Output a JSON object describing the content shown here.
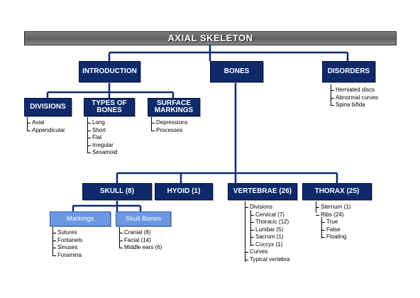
{
  "title": "AXIAL SKELETON",
  "top_nodes": {
    "introduction": "INTRODUCTION",
    "bones": "BONES",
    "disorders": "DISORDERS"
  },
  "intro_nodes": {
    "divisions": "DIVISIONS",
    "types_of_bones": "TYPES OF BONES",
    "surface_markings": "SURFACE MARKINGS"
  },
  "bone_nodes": {
    "skull": "SKULL (8)",
    "hyoid": "HYOID (1)",
    "vertebrae": "VERTEBRAE (26)",
    "thorax": "THORAX (25)"
  },
  "skull_nodes": {
    "markings": "Markings",
    "skull_bones": "Skull Bones"
  },
  "lists": {
    "disorders": [
      "Herniated discs",
      "Abnormal curves",
      "Spina bifida"
    ],
    "divisions": [
      "Axial",
      "Appendicular"
    ],
    "types": [
      "Long",
      "Short",
      "Flat",
      "Irregular",
      "Sesamoid"
    ],
    "surface": [
      "Depressions",
      "Processes"
    ],
    "markings": [
      "Sutures",
      "Fontanels",
      "Sinuses",
      "Foramina"
    ],
    "skull_bones": [
      "Cranial (8)",
      "Facial (14)",
      "Middle ears (6)"
    ],
    "vertebrae": {
      "divisions_label": "Divisions",
      "divisions": [
        "Cervical (7)",
        "Thoracic (12)",
        "Lumbar (5)",
        "Sacrum (1)",
        "Coccyx (1)"
      ],
      "others": [
        "Curves",
        "Typical vertebra"
      ]
    },
    "thorax": {
      "sternum": "Sternum (1)",
      "ribs_label": "Ribs (24)",
      "ribs": [
        "True",
        "False",
        "Floating"
      ]
    }
  },
  "colors": {
    "navy": "#0f2a6b",
    "light_blue": "#6c98e2",
    "title_gray": "#6e6e6e",
    "connector": "#0f2a6b"
  }
}
